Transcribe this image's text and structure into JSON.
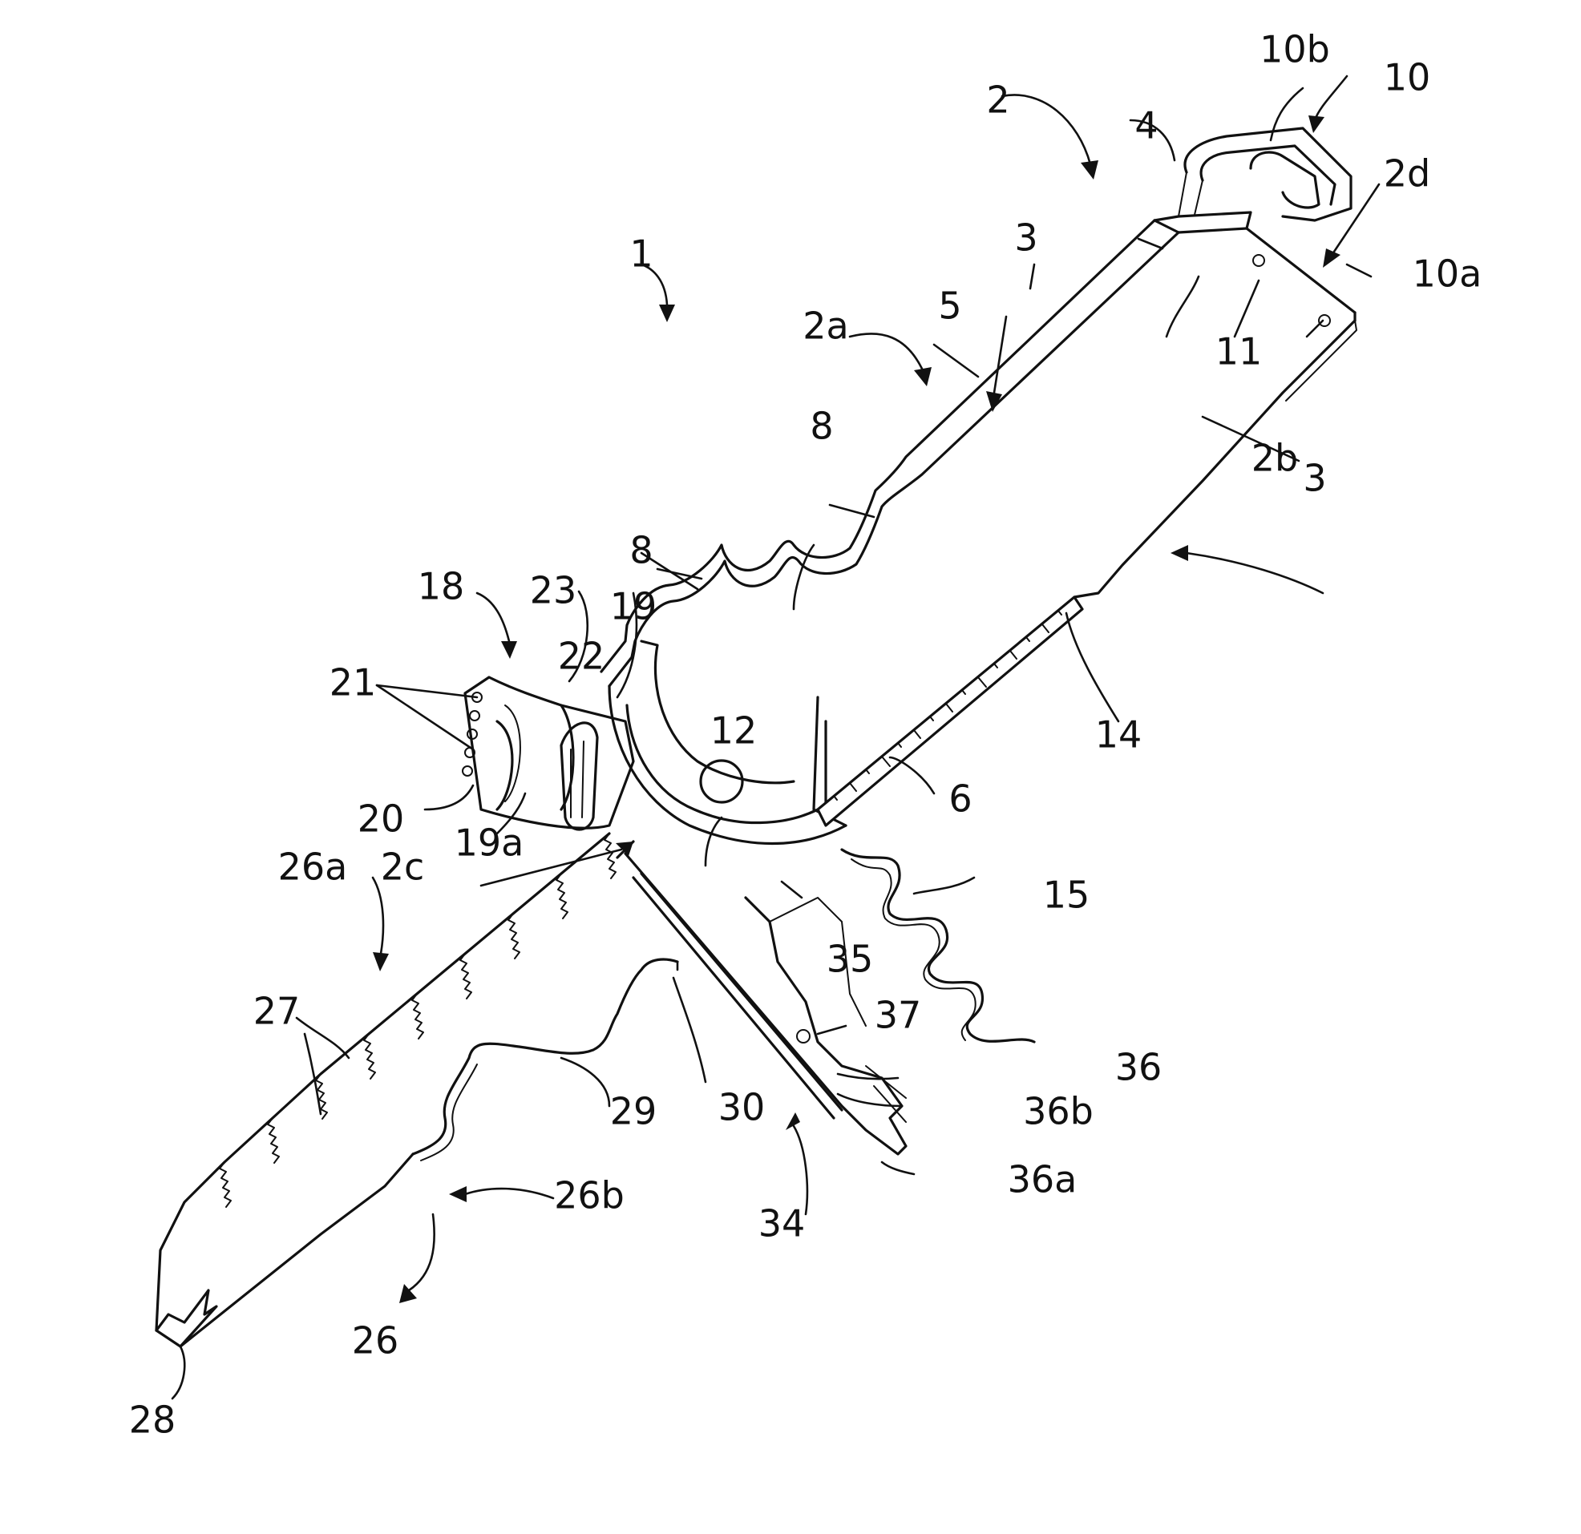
{
  "figure": {
    "labels": [
      {
        "id": "l1",
        "text": "1"
      },
      {
        "id": "l2",
        "text": "2"
      },
      {
        "id": "l2a",
        "text": "2a"
      },
      {
        "id": "l2b",
        "text": "2b"
      },
      {
        "id": "l2c",
        "text": "2c"
      },
      {
        "id": "l2d",
        "text": "2d"
      },
      {
        "id": "l3a",
        "text": "3"
      },
      {
        "id": "l3b",
        "text": "3"
      },
      {
        "id": "l4",
        "text": "4"
      },
      {
        "id": "l5",
        "text": "5"
      },
      {
        "id": "l6",
        "text": "6"
      },
      {
        "id": "l8a",
        "text": "8"
      },
      {
        "id": "l8b",
        "text": "8"
      },
      {
        "id": "l10",
        "text": "10"
      },
      {
        "id": "l10a",
        "text": "10a"
      },
      {
        "id": "l10b",
        "text": "10b"
      },
      {
        "id": "l11",
        "text": "11"
      },
      {
        "id": "l12",
        "text": "12"
      },
      {
        "id": "l14",
        "text": "14"
      },
      {
        "id": "l15",
        "text": "15"
      },
      {
        "id": "l18",
        "text": "18"
      },
      {
        "id": "l19",
        "text": "19"
      },
      {
        "id": "l19a",
        "text": "19a"
      },
      {
        "id": "l20",
        "text": "20"
      },
      {
        "id": "l21",
        "text": "21"
      },
      {
        "id": "l22",
        "text": "22"
      },
      {
        "id": "l23",
        "text": "23"
      },
      {
        "id": "l26",
        "text": "26"
      },
      {
        "id": "l26a",
        "text": "26a"
      },
      {
        "id": "l26b",
        "text": "26b"
      },
      {
        "id": "l27",
        "text": "27"
      },
      {
        "id": "l28",
        "text": "28"
      },
      {
        "id": "l29",
        "text": "29"
      },
      {
        "id": "l30",
        "text": "30"
      },
      {
        "id": "l34",
        "text": "34"
      },
      {
        "id": "l35",
        "text": "35"
      },
      {
        "id": "l36",
        "text": "36"
      },
      {
        "id": "l36a",
        "text": "36a"
      },
      {
        "id": "l36b",
        "text": "36b"
      },
      {
        "id": "l37",
        "text": "37"
      }
    ]
  }
}
